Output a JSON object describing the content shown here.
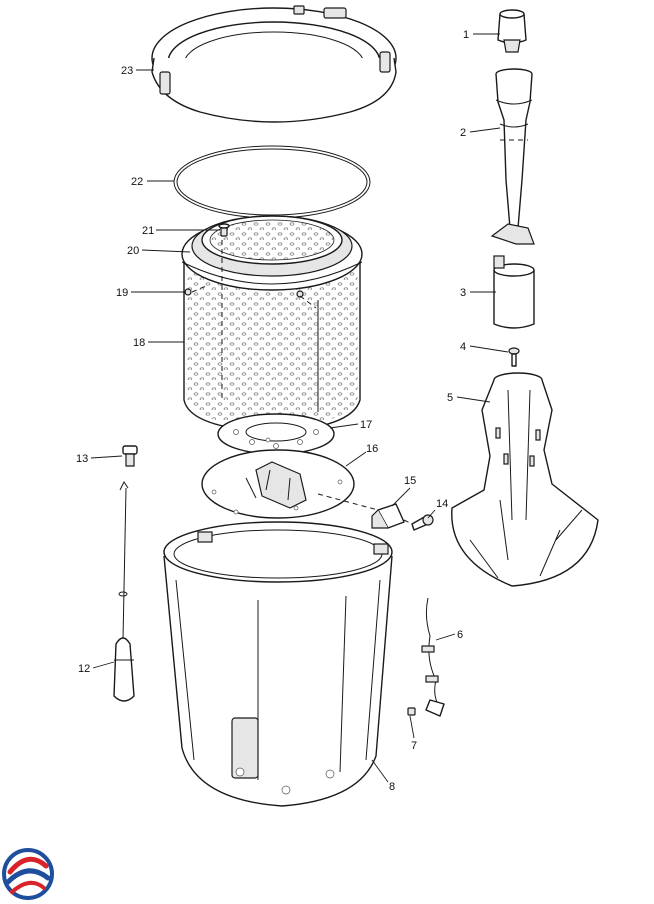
{
  "callouts": [
    {
      "id": "1",
      "label": "1"
    },
    {
      "id": "2",
      "label": "2"
    },
    {
      "id": "3",
      "label": "3"
    },
    {
      "id": "4",
      "label": "4"
    },
    {
      "id": "5",
      "label": "5"
    },
    {
      "id": "6",
      "label": "6"
    },
    {
      "id": "7",
      "label": "7"
    },
    {
      "id": "8",
      "label": "8"
    },
    {
      "id": "12",
      "label": "12"
    },
    {
      "id": "13",
      "label": "13"
    },
    {
      "id": "14",
      "label": "14"
    },
    {
      "id": "15",
      "label": "15"
    },
    {
      "id": "16",
      "label": "16"
    },
    {
      "id": "17",
      "label": "17"
    },
    {
      "id": "18",
      "label": "18"
    },
    {
      "id": "19",
      "label": "19"
    },
    {
      "id": "20",
      "label": "20"
    },
    {
      "id": "21",
      "label": "21"
    },
    {
      "id": "22",
      "label": "22"
    },
    {
      "id": "23",
      "label": "23"
    }
  ],
  "logo": {
    "icon": "swirl-logo-icon",
    "colors": [
      "#d8232a",
      "#1f4e9c"
    ]
  }
}
